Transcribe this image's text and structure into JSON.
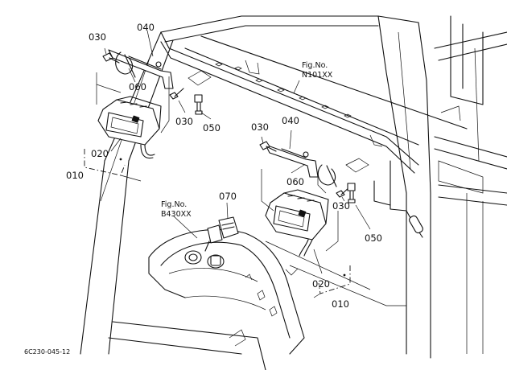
{
  "figure_code": "6C230-045-12",
  "fig_refs": [
    {
      "title": "Fig.No.",
      "number": "N101XX"
    },
    {
      "title": "Fig.No.",
      "number": "B430XX"
    }
  ],
  "callouts": {
    "left": [
      "030",
      "040",
      "060",
      "030",
      "050",
      "020",
      "010"
    ],
    "right": [
      "030",
      "040",
      "060",
      "030",
      "050",
      "020",
      "010"
    ],
    "switch": "070"
  }
}
